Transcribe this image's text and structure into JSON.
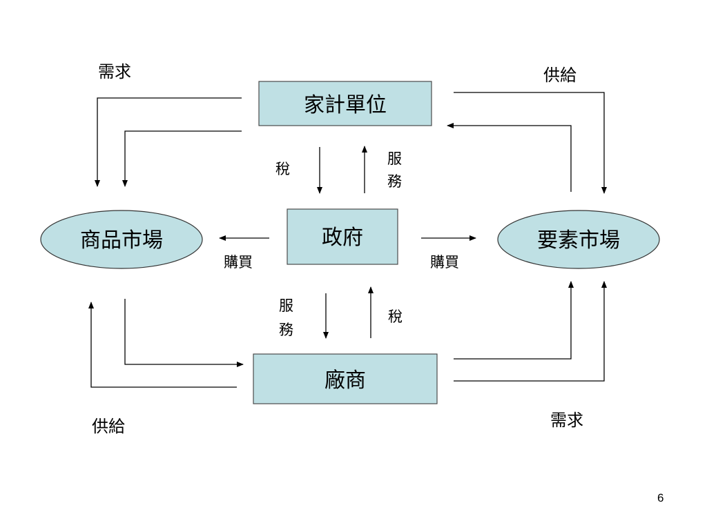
{
  "nodes": {
    "household": "家計單位",
    "government": "政府",
    "firm": "廠商",
    "goods_market": "商品市場",
    "factor_market": "要素市場"
  },
  "labels": {
    "top_left": "需求",
    "top_right": "供給",
    "bottom_left": "供給",
    "bottom_right": "需求",
    "gov_buy_left": "購買",
    "gov_buy_right": "購買",
    "upper_tax": "稅",
    "upper_service": [
      "服",
      "務"
    ],
    "lower_service": [
      "服",
      "務"
    ],
    "lower_tax": "稅"
  },
  "page_number": "6",
  "colors": {
    "node_fill": "#bfe0e4",
    "line": "#000000"
  }
}
